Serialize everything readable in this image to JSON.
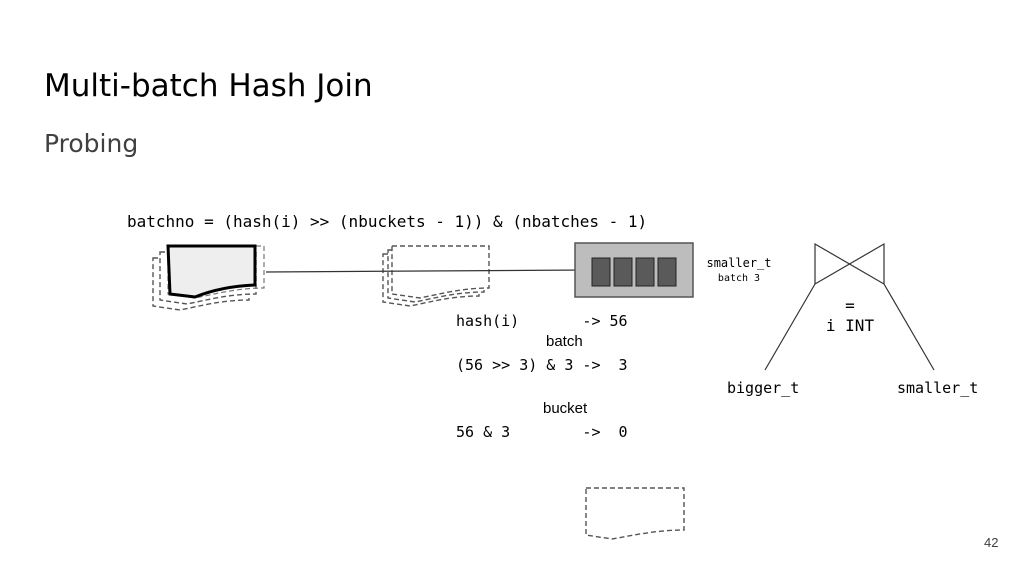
{
  "slide": {
    "title": "Multi-batch Hash Join",
    "subtitle": "Probing",
    "page_number": "42"
  },
  "formula": "batchno = (hash(i) >> (nbuckets - 1)) & (nbatches - 1)",
  "hashtable": {
    "name": "smaller_t",
    "batch": "batch 3"
  },
  "calculation": {
    "hash_line": "hash(i)       -> 56",
    "batch_label": "batch",
    "batch_line": "(56 >> 3) & 3 ->  3",
    "bucket_label": "bucket",
    "bucket_line": "56 & 3        ->  0"
  },
  "join_tree": {
    "operator": "=",
    "condition": "i INT",
    "left_input": "bigger_t",
    "right_input": "smaller_t"
  }
}
